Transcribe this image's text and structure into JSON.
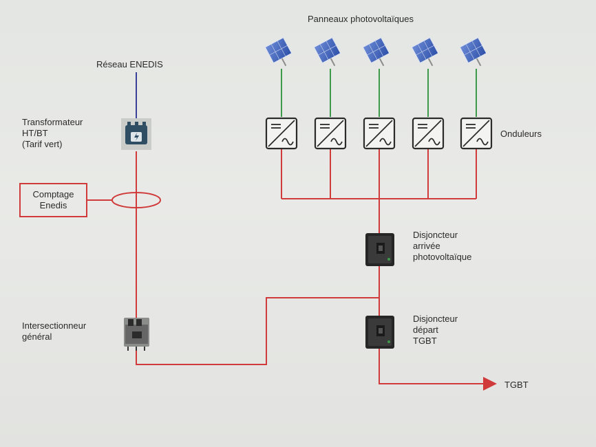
{
  "labels": {
    "panels_title": "Panneaux photovoltaïques",
    "grid": "Réseau ENEDIS",
    "transformer": [
      "Transformateur",
      "HT/BT",
      "(Tarif vert)"
    ],
    "metering": [
      "Comptage",
      "Enedis"
    ],
    "inverters": "Onduleurs",
    "breaker_pv": [
      "Disjoncteur",
      "arrivée",
      "photovoltaïque"
    ],
    "main_switch": [
      "Intersectionneur",
      "général"
    ],
    "breaker_tgbt": [
      "Disjoncteur",
      "départ",
      "TGBT"
    ],
    "tgbt": "TGBT"
  },
  "counts": {
    "panels": 5,
    "inverters": 5
  },
  "colors": {
    "ac_line": "#d03a3a",
    "dc_line": "#3c9a4a",
    "grid_line": "#3a3f9a",
    "background": "#e6e7e4"
  },
  "icons": {
    "panel": "solar-panel-icon",
    "inverter": "inverter-icon",
    "transformer": "transformer-icon",
    "breaker": "circuit-breaker-icon"
  }
}
